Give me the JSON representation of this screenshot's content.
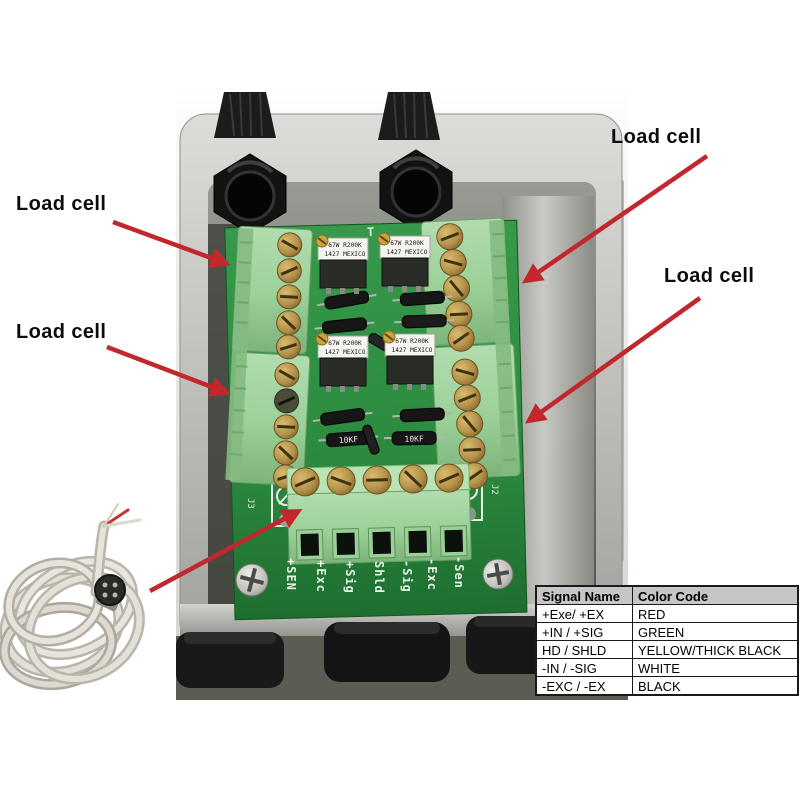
{
  "annotations": {
    "load_cell_labels": [
      "Load cell",
      "Load cell",
      "Load cell",
      "Load cell"
    ]
  },
  "colors": {
    "arrow_red": "#c1272d",
    "pcb_green": "#2f8d41",
    "terminal_block_green": "#a9d8a6",
    "table_header_bg": "#c6c6c6"
  },
  "photo": {
    "pcb": {
      "j3_label": "J3",
      "j2_label": "J2",
      "marking": "T",
      "pin_labels": [
        "+SEN",
        "+Exc",
        "+Sig",
        "Shld",
        "-Sig",
        "-Exc",
        "-Sen"
      ]
    },
    "trimmer_label": {
      "line1": "67W R200K",
      "line2": "1427 MEXICO"
    },
    "resistor_label": "10KF"
  },
  "table": {
    "header": {
      "signal": "Signal Name",
      "color": "Color Code"
    },
    "rows": [
      {
        "signal": "+Exe/ +EX",
        "color": "RED"
      },
      {
        "signal": "+IN / +SIG",
        "color": "GREEN"
      },
      {
        "signal": "HD / SHLD",
        "color": "YELLOW/THICK BLACK"
      },
      {
        "signal": "-IN / -SIG",
        "color": "WHITE"
      },
      {
        "signal": "-EXC / -EX",
        "color": "BLACK"
      }
    ]
  }
}
